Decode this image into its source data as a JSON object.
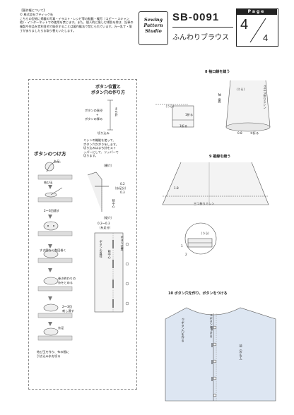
{
  "copyright": {
    "heading": "【著作権について】",
    "owner": "© 株式会社ブティック社",
    "body": "こちらの型紙に掲載の写真・イラスト・レシピ等の転載・複写（コピー・スキャン他）・インターネットでの使用を禁じます。また、個人的に楽しむ場合を除き、記事の複製や作品を営利目的で販売することは著作権法で禁じられています。万一乱丁・落丁がありましたらお取り替えいたします。"
  },
  "logo": {
    "line1": "Sewing",
    "line2": "Pattern",
    "line3": "Studio"
  },
  "header": {
    "code": "SB-0091",
    "product_name": "ふんわりブラウス",
    "page_label": "Page",
    "page_current": "4",
    "page_total": "4"
  },
  "left_panel": {
    "button_title": "ボタンのつけ方",
    "thread_end": "糸足",
    "knot": "結び玉",
    "two_three": "2〜3回通す",
    "wrap": "すき間なく数回巻く",
    "finish1": "巻き終わりの",
    "finish2": "糸をとめる",
    "two_three_b": "2〜3回",
    "pass_again": "刺し通す",
    "thread_end2": "糸足",
    "end_note1": "結び玉を作り、布の間に",
    "end_note2": "引き込み糸を切る",
    "pos_title1": "ボタン位置と",
    "pos_title2": "ボタン穴の作り方",
    "diameter": "ボタンの直径",
    "plus": "+",
    "thickness": "ボタンの厚み",
    "cut_in": "切り込み",
    "machine1": "ミシンの機能を使って、",
    "machine2": "ボタン穴かがりをします。",
    "machine3": "切り込みはまち針をスト",
    "machine4": "ッパーにして、リッパーで",
    "machine5": "切ります。",
    "horizontal": "〔横穴〕",
    "vertical": "〔縦穴〕",
    "v02": "0.2",
    "thread_foot": "（糸足分）",
    "v03": "0.3",
    "front_center": "前中心",
    "v0203": "0.2〜0.3",
    "v_thread": "（糸足分）",
    "btn_diam_v": "ボタンの直径",
    "btn_pos": "ボタン位置",
    "front_center2": "前中心",
    "pin": "まち針"
  },
  "step8": {
    "title": "8 袖口線を縫う",
    "ura": "（うら）",
    "ura2": "（うら）",
    "sleeve": "袖（裏）",
    "fold1": "1折る",
    "fold2": "1折る",
    "machine": "②三つ折りミシン",
    "v08": "0.8",
    "fold_step": "①折る"
  },
  "step9": {
    "title": "9 裾線を縫う",
    "v18": "1.8",
    "mitsuori": "三つ折りミシン",
    "ura": "（うら）",
    "v1": "1",
    "v2": "2"
  },
  "step10": {
    "title": "10 ボタン穴を作り、ボタンをつける",
    "left_label": "①ボタン穴を作る",
    "right_label": "②ボタンをつける",
    "front": "前（おもて）"
  }
}
